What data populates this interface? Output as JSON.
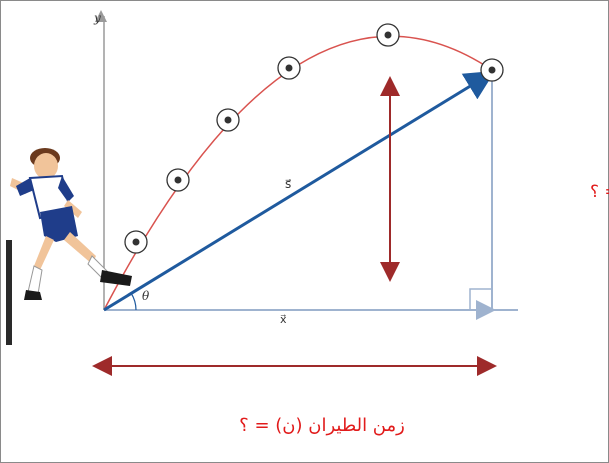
{
  "labels": {
    "y_axis": "y",
    "displacement": "s⃗",
    "horizontal": "x⃗",
    "angle": "θ",
    "max_height": "أقصى ارتفاع (م) = ؟",
    "flight_time": "زمن الطيران (ن) = ؟"
  },
  "colors": {
    "trajectory": "#d9534f",
    "vector": "#1f5a9e",
    "arrow_dark_red": "#9e2a2a",
    "text_red": "#e11b1b",
    "axis": "#a0a0a0",
    "axis_blue": "#9fb3cf"
  },
  "icons": {
    "player": "soccer-player-icon",
    "ball": "soccer-ball-icon"
  }
}
